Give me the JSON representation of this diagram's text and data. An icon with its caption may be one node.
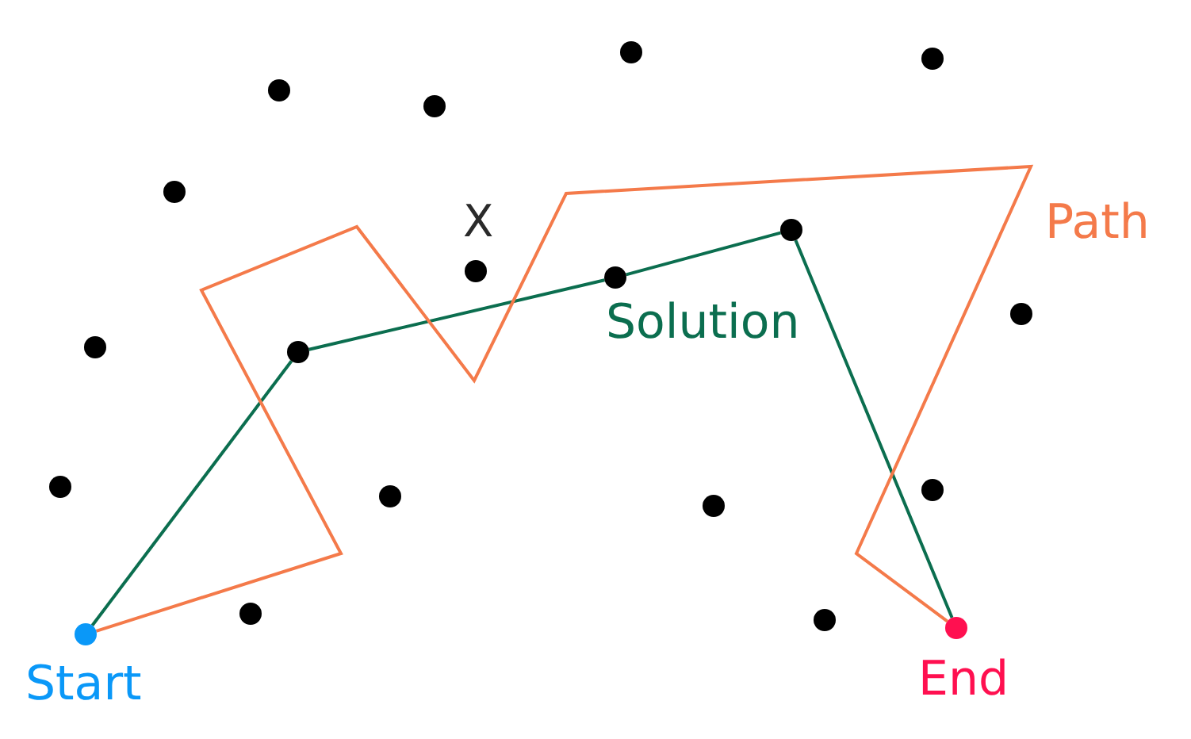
{
  "diagram": {
    "nodes": [
      {
        "text": [],
        "shape": "circle"
      },
      {
        "text": [],
        "shape": "circle"
      },
      {
        "text": [],
        "shape": "circle"
      },
      {
        "text": [],
        "shape": "circle"
      },
      {
        "text": [],
        "shape": "circle"
      },
      {
        "text": [],
        "shape": "circle"
      },
      {
        "text": [],
        "shape": "circle",
        "beside": [
          "X"
        ]
      },
      {
        "text": [],
        "shape": "circle"
      },
      {
        "text": [],
        "shape": "circle"
      },
      {
        "text": [],
        "shape": "circle"
      },
      {
        "text": [],
        "shape": "circle"
      },
      {
        "text": [],
        "shape": "circle"
      },
      {
        "text": [],
        "shape": "circle"
      },
      {
        "text": [],
        "shape": "circle"
      },
      {
        "text": [],
        "shape": "circle"
      },
      {
        "text": [],
        "shape": "circle"
      },
      {
        "text": [],
        "shape": "circle"
      },
      {
        "text": [],
        "shape": "circle",
        "beside": [
          "End"
        ]
      },
      {
        "text": [],
        "shape": "circle",
        "beside": [
          "Start"
        ]
      }
    ],
    "edges": [
      {
        "from": 18,
        "to": 10,
        "arrow": "none"
      },
      {
        "from": 10,
        "to": 7,
        "arrow": "none"
      },
      {
        "from": 7,
        "to": 5,
        "arrow": "none",
        "label": "Solution"
      },
      {
        "from": 5,
        "to": 17,
        "arrow": "none"
      },
      {
        "from": 18,
        "to": 17,
        "arrow": "none",
        "label": "Path",
        "color": "#f47a4a"
      }
    ]
  }
}
